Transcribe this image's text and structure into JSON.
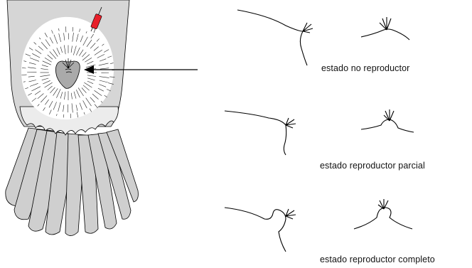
{
  "colors": {
    "background": "#ffffff",
    "outline": "#000000",
    "tail_feathers": "#cfcfcf",
    "body": "#d6d6d6",
    "vent": "#aaaaaa",
    "band": "#e8202a",
    "label_text": "#111111"
  },
  "diagram": {
    "states": [
      {
        "label": "estado no reproductor"
      },
      {
        "label": "estado reproductor parcial"
      },
      {
        "label": "estado reproductor completo"
      }
    ]
  }
}
